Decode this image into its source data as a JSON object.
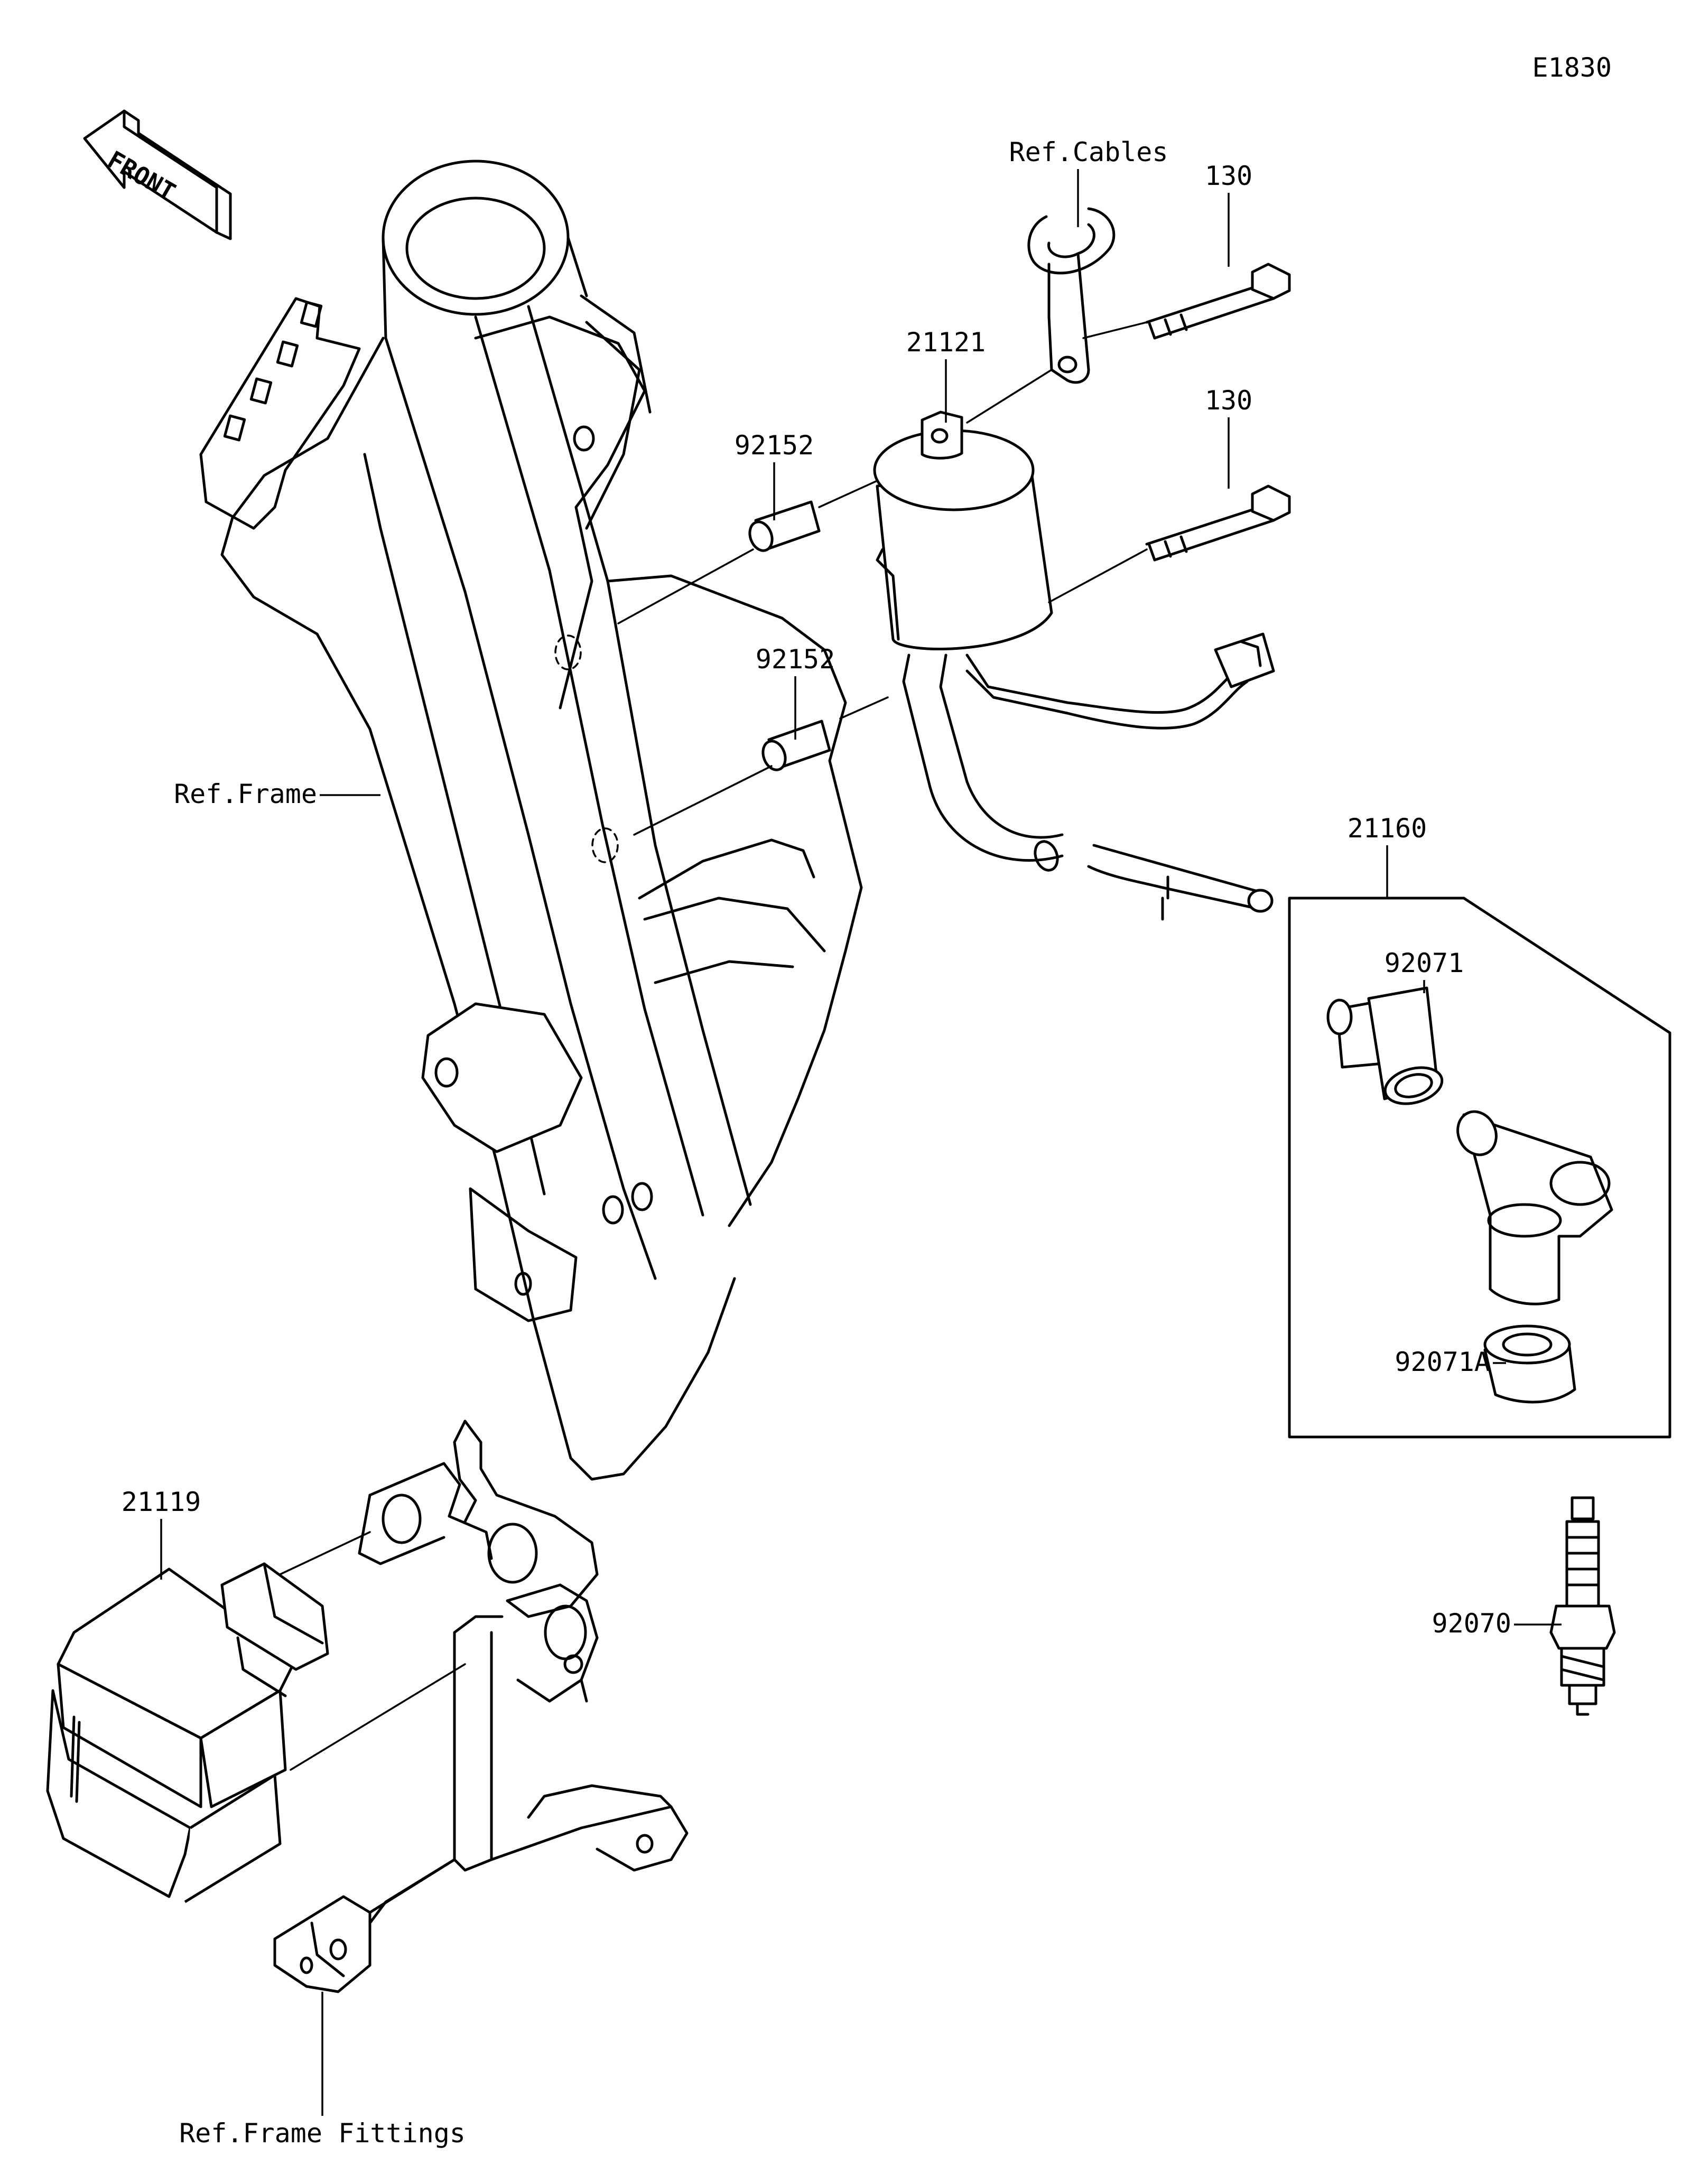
{
  "diagram": {
    "code": "E1830",
    "front_label": "FRONT",
    "labels": {
      "ref_cables": "Ref.Cables",
      "bolt_upper": "130",
      "bolt_lower": "130",
      "coil": "21121",
      "collar_upper": "92152",
      "collar_lower": "92152",
      "ref_frame": "Ref.Frame",
      "cap_assy": "21160",
      "insulator": "92071",
      "boot": "92071A",
      "cdi": "21119",
      "spark_plug": "92070",
      "ref_frame_fittings": "Ref.Frame Fittings"
    }
  }
}
